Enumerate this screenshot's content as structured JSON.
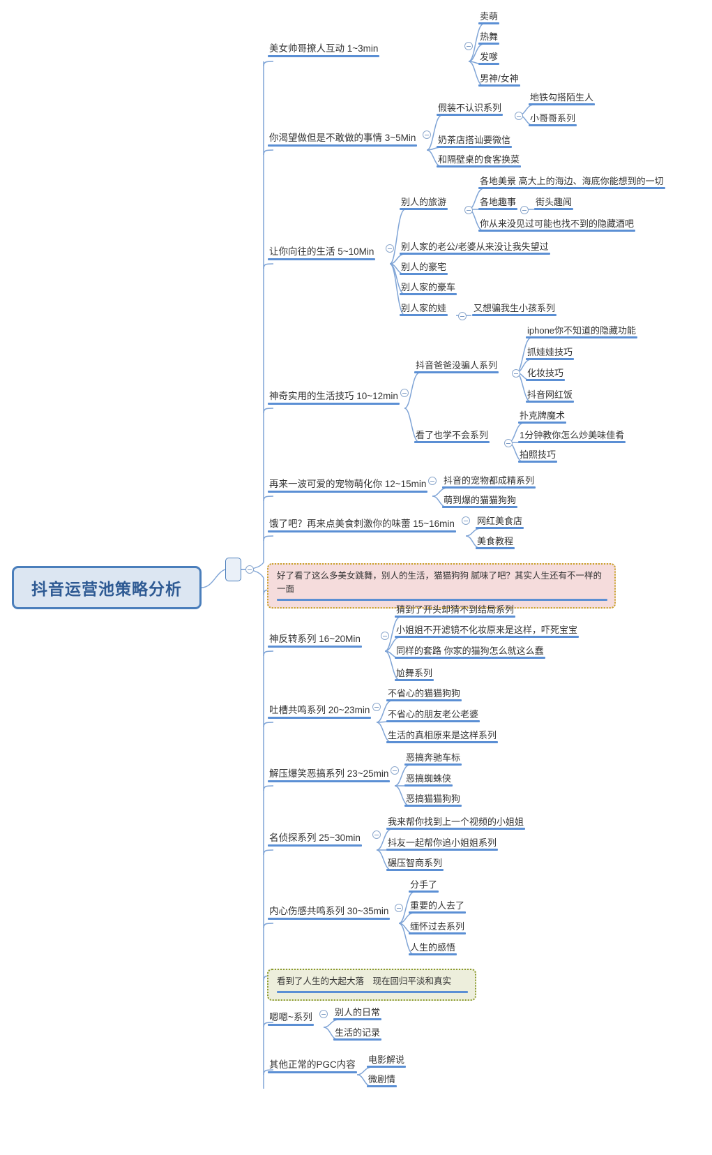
{
  "root": {
    "label": "抖音运营池策略分析"
  },
  "branches": [
    {
      "id": "b1",
      "label": "美女帅哥撩人互动  1~3min",
      "children": [
        {
          "label": "卖萌"
        },
        {
          "label": "热舞"
        },
        {
          "label": "发嗲"
        },
        {
          "label": "男神/女神"
        }
      ]
    },
    {
      "id": "b2",
      "label": "你渴望做但是不敢做的事情 3~5Min",
      "children": [
        {
          "label": "假装不认识系列",
          "children": [
            {
              "label": "地铁勾搭陌生人"
            },
            {
              "label": "小哥哥系列"
            }
          ]
        },
        {
          "label": "奶茶店搭讪要微信"
        },
        {
          "label": "和隔壁桌的食客换菜"
        }
      ]
    },
    {
      "id": "b3",
      "label": "让你向往的生活 5~10Min",
      "children": [
        {
          "label": "别人的旅游",
          "children": [
            {
              "label": "各地美景  高大上的海边、海底你能想到的一切"
            },
            {
              "label": "各地趣事",
              "children": [
                {
                  "label": "街头趣闻"
                }
              ]
            },
            {
              "label": "你从来没见过可能也找不到的隐藏酒吧"
            }
          ]
        },
        {
          "label": "别人家的老公/老婆从来没让我失望过"
        },
        {
          "label": "别人的豪宅"
        },
        {
          "label": "别人家的豪车"
        },
        {
          "label": "别人家的娃",
          "children": [
            {
              "label": "又想骗我生小孩系列"
            }
          ]
        }
      ]
    },
    {
      "id": "b4",
      "label": "神奇实用的生活技巧 10~12min",
      "children": [
        {
          "label": "抖音爸爸没骗人系列",
          "children": [
            {
              "label": "iphone你不知道的隐藏功能"
            },
            {
              "label": "抓娃娃技巧"
            },
            {
              "label": "化妆技巧"
            },
            {
              "label": "抖音网红饭"
            }
          ]
        },
        {
          "label": "看了也学不会系列",
          "children": [
            {
              "label": "扑克牌魔术"
            },
            {
              "label": "1分钟教你怎么炒美味佳肴"
            },
            {
              "label": "拍照技巧"
            }
          ]
        }
      ]
    },
    {
      "id": "b5",
      "label": "再来一波可爱的宠物萌化你 12~15min",
      "children": [
        {
          "label": "抖音的宠物都成精系列"
        },
        {
          "label": "萌到爆的猫猫狗狗"
        }
      ]
    },
    {
      "id": "b6",
      "label": "饿了吧？再来点美食刺激你的味蕾 15~16min",
      "children": [
        {
          "label": "网红美食店"
        },
        {
          "label": "美食教程"
        }
      ]
    },
    {
      "id": "note1",
      "type": "note",
      "style": "pink",
      "label": "好了看了这么多美女跳舞，别人的生活，猫猫狗狗 腻味了吧？其实人生还有不一样的一面"
    },
    {
      "id": "b7",
      "label": "神反转系列 16~20Min",
      "children": [
        {
          "label": "猜到了开头却猜不到结局系列"
        },
        {
          "label": "小姐姐不开滤镜不化妆原来是这样，吓死宝宝"
        },
        {
          "label": "同样的套路 你家的猫狗怎么就这么蠢"
        },
        {
          "label": "尬舞系列"
        }
      ]
    },
    {
      "id": "b8",
      "label": "吐槽共鸣系列 20~23min",
      "children": [
        {
          "label": "不省心的猫猫狗狗"
        },
        {
          "label": "不省心的朋友老公老婆"
        },
        {
          "label": "生活的真相原来是这样系列"
        }
      ]
    },
    {
      "id": "b9",
      "label": "解压爆笑恶搞系列 23~25min",
      "children": [
        {
          "label": "恶搞奔驰车标"
        },
        {
          "label": "恶搞蜘蛛侠"
        },
        {
          "label": "恶搞猫猫狗狗"
        }
      ]
    },
    {
      "id": "b10",
      "label": "名侦探系列 25~30min",
      "children": [
        {
          "label": "我来帮你找到上一个视频的小姐姐"
        },
        {
          "label": "抖友一起帮你追小姐姐系列"
        },
        {
          "label": "碾压智商系列"
        }
      ]
    },
    {
      "id": "b11",
      "label": "内心伤感共鸣系列 30~35min",
      "children": [
        {
          "label": "分手了"
        },
        {
          "label": "重要的人去了"
        },
        {
          "label": "缅怀过去系列"
        },
        {
          "label": "人生的感悟"
        }
      ]
    },
    {
      "id": "note2",
      "type": "note",
      "style": "green",
      "label": "看到了人生的大起大落　现在回归平淡和真实"
    },
    {
      "id": "b12",
      "label": "嗯嗯~系列",
      "children": [
        {
          "label": "别人的日常"
        },
        {
          "label": "生活的记录"
        }
      ]
    },
    {
      "id": "b13",
      "label": "其他正常的PGC内容",
      "children": [
        {
          "label": "电影解说"
        },
        {
          "label": "微剧情"
        }
      ]
    }
  ],
  "colors": {
    "branch_line": "#5b8fd4",
    "root_fill": "#dce6f2",
    "root_border": "#4a7ebb",
    "note_pink": "#f5dcdc",
    "note_green": "#edeedc"
  }
}
